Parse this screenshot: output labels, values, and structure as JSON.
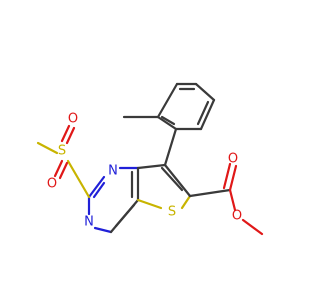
{
  "molecule": {
    "atoms": {
      "n_top": "N",
      "n_left": "N",
      "s_thio": "S",
      "s_sulfonyl": "S",
      "o_sulfonyl_top": "O",
      "o_sulfonyl_bottom": "O",
      "o_carbonyl": "O",
      "o_ester": "O"
    }
  },
  "colors": {
    "bond": "#3a3a3a",
    "nitrogen": "#2020d8",
    "oxygen": "#e01818",
    "sulfur": "#c8b400"
  }
}
